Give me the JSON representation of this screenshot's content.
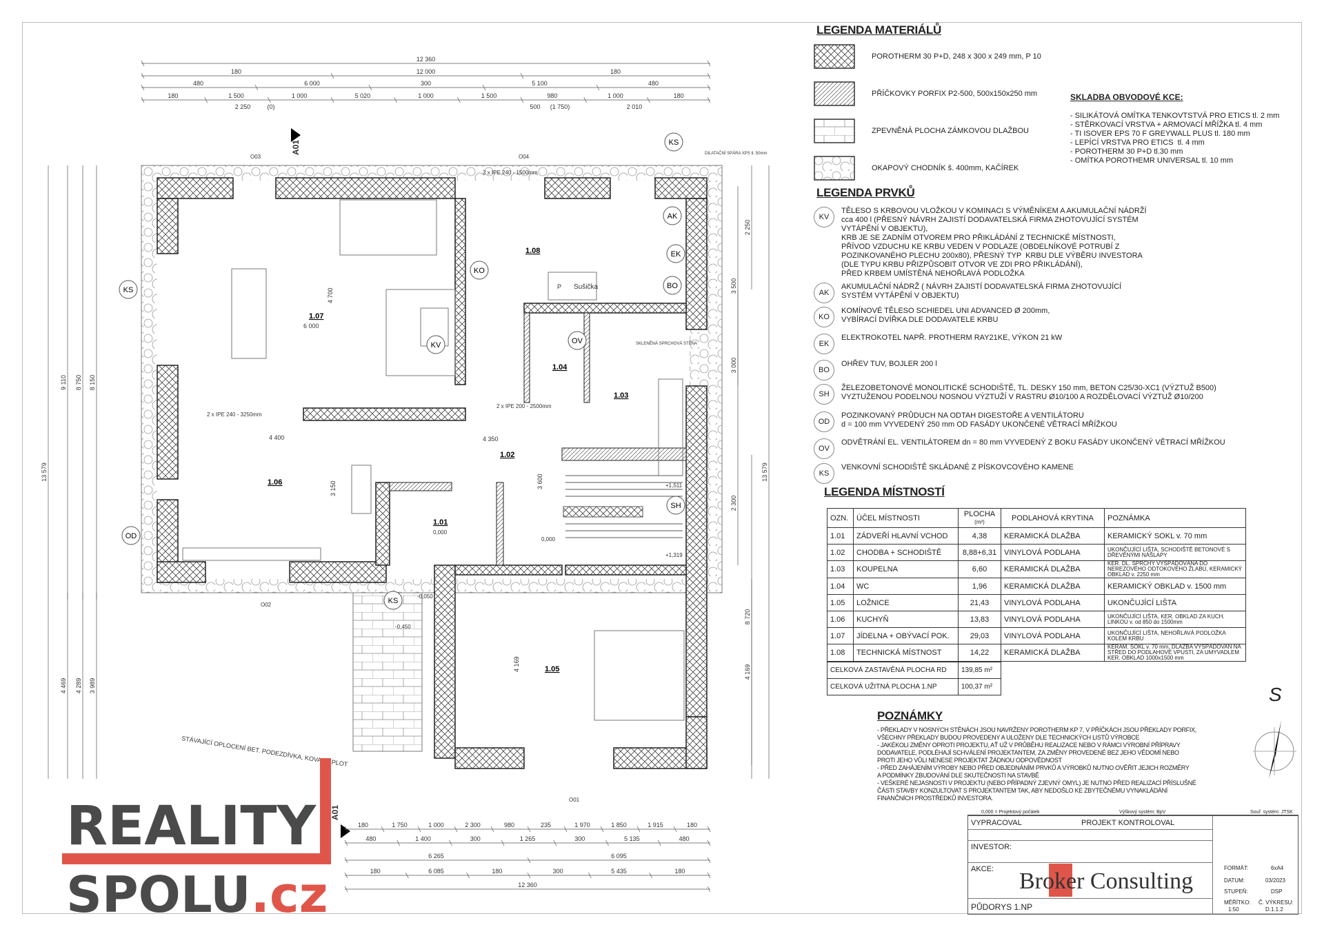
{
  "materials_legend": {
    "title": "LEGENDA MATERIÁLŮ",
    "items": [
      {
        "pattern": "crosshatch",
        "label": "POROTHERM 30 P+D, 248 x 300 x 249 mm, P 10"
      },
      {
        "pattern": "diagonal",
        "label": "PŘÍČKOVKY PORFIX P2-500, 500x150x250 mm"
      },
      {
        "pattern": "paving",
        "label": "ZPEVNĚNÁ PLOCHA ZÁMKOVOU DLAŽBOU"
      },
      {
        "pattern": "gravel",
        "label": "OKAPOVÝ CHODNÍK š. 400mm, KAČÍREK"
      }
    ]
  },
  "wall_composition": {
    "title": "SKLADBA OBVODOVÉ KCE:",
    "lines": "- SILIKÁTOVÁ OMÍTKA TENKOVTSTVÁ PRO ETICS tl. 2 mm\n- STĚRKOVACÍ VRSTVA + ARMOVACÍ MŘÍŽKA tl. 4 mm\n- TI ISOVER EPS 70 F GREYWALL PLUS tl. 180 mm\n- LEPÍCÍ VRSTVA PRO ETICS  tl. 4 mm\n- POROTHERM 30 P+D tl.30 mm\n- OMÍTKA POROTHEMR UNIVERSAL tl. 10 mm"
  },
  "elements_legend": {
    "title": "LEGENDA PRVKŮ",
    "items": [
      {
        "code": "KV",
        "text": "TĚLESO S KRBOVOU VLOŽKOU V KOMINACI S VÝMĚNÍKEM A AKUMULAČNÍ NÁDRŽÍ\ncca 400 l (PŘESNÝ NÁVRH ZAJISTÍ DODAVATELSKÁ FIRMA ZHOTOVUJÍCÍ SYSTÉM\nVYTÁPĚNÍ V OBJEKTU),\nKRB JE SE ZADNÍM OTVOREM PRO PŘIKLÁDÁNÍ Z TECHNICKÉ MÍSTNOSTI,\nPŘÍVOD VZDUCHU KE KRBU VEDEN V PODLAZE (OBDELNÍKOVÉ POTRUBÍ Z\nPOZINKOVANÉHO PLECHU 200x80), PŘESNÝ TYP  KRBU DLE VÝBĚRU INVESTORA\n(DLE TYPU KRBU PŘIZPŮSOBIT OTVOR VE ZDI PRO PŘIKLÁDÁNÍ),\nPŘED KRBEM UMÍSTĚNÁ NEHOŘLAVÁ PODLOŽKA"
      },
      {
        "code": "AK",
        "text": "AKUMULAČNÍ NÁDRŽ ( NÁVRH ZAJISTÍ DODAVATELSKÁ FIRMA ZHOTOVUJÍCÍ\nSYSTÉM VYTÁPĚNÍ V OBJEKTU)"
      },
      {
        "code": "KO",
        "text": "KOMÍNOVÉ TĚLESO SCHIEDEL UNI ADVANCED Ø 200mm,\nVYBÍRACÍ DVÍŘKA DLE DODAVATELE KRBU"
      },
      {
        "code": "EK",
        "text": "ELEKTROKOTEL NAPŘ. PROTHERM RAY21KE, VÝKON 21 kW"
      },
      {
        "code": "BO",
        "text": "OHŘEV TUV, BOJLER 200 l"
      },
      {
        "code": "SH",
        "text": "ŽELEZOBETONOVÉ MONOLITICKÉ SCHODIŠTĚ, TL. DESKY 150 mm, BETON C25/30-XC1 (VÝZTUŽ B500)\nVYZTUŽENOU PODELNOU NOSNOU VÝZTUŽÍ V RASTRU Ø10/100 A ROZDĚLOVACÍ VÝZTUŽ Ø10/200"
      },
      {
        "code": "OD",
        "text": "POZINKOVANÝ PRŮDUCH NA ODTAH DIGESTOŘE A VENTILÁTORU\nd = 100 mm VYVEDENÝ 250 mm OD FASÁDY UKONČENÉ VĚTRACÍ MŘÍŽKOU"
      },
      {
        "code": "OV",
        "text": "ODVĚTRÁNÍ EL. VENTILÁTOREM dn = 80 mm VYVEDENÝ Z BOKU FASÁDY UKONČENÝ VĚTRACÍ MŘÍŽKOU"
      },
      {
        "code": "KS",
        "text": "VENKOVNÍ SCHODIŠTĚ SKLÁDANÉ Z PÍSKOVCOVÉHO KAMENE"
      }
    ]
  },
  "rooms_legend": {
    "title": "LEGENDA MÍSTNOSTÍ",
    "headers": [
      "OZN.",
      "ÚČEL MÍSTNOSTI",
      "PLOCHA",
      "(m²)",
      "PODLAHOVÁ KRYTINA",
      "POZNÁMKA"
    ],
    "rows": [
      {
        "id": "1.01",
        "name": "ZÁDVEŘÍ HLAVNÍ VCHOD",
        "area": "4,38",
        "floor": "KERAMICKÁ DLAŽBA",
        "note": "KERAMICKÝ SOKL v. 70 mm",
        "small": false
      },
      {
        "id": "1.02",
        "name": "CHODBA + SCHODIŠTĚ",
        "area": "8,88+6,31",
        "floor": "VINYLOVÁ PODLAHA",
        "note": "UKONČUJÍCÍ LIŠTA, SCHODIŠTĚ BETONOVÉ S DŘEVĚNÝMI NÁŠLAPY",
        "small": true
      },
      {
        "id": "1.03",
        "name": "KOUPELNA",
        "area": "6,60",
        "floor": "KERAMICKÁ DLAŽBA",
        "note": "KER. DL. SPRCHY VYSPÁDOVÁNA DO NEREZOVÉHO ODTOKOVÉHO ŽLABU, KERAMICKÝ OBKLAD v. 2250 mm",
        "small": true
      },
      {
        "id": "1.04",
        "name": "WC",
        "area": "1,96",
        "floor": "KERAMICKÁ DLAŽBA",
        "note": "KERAMICKÝ OBKLAD v. 1500 mm",
        "small": false
      },
      {
        "id": "1.05",
        "name": "LOŽNICE",
        "area": "21,43",
        "floor": "VINYLOVÁ PODLAHA",
        "note": "UKONČUJÍCÍ LIŠTA",
        "small": false
      },
      {
        "id": "1.06",
        "name": "KUCHYŇ",
        "area": "13,83",
        "floor": "VINYLOVÁ PODLAHA",
        "note": "UKONČUJÍCÍ LIŠTA, KER. OBKLAD ZA KUCH. LINKOU v. od 850 do 1500mm",
        "small": true
      },
      {
        "id": "1.07",
        "name": "JÍDELNA + OBÝVACÍ POK.",
        "area": "29,03",
        "floor": "VINYLOVÁ PODLAHA",
        "note": "UKONČUJÍCÍ LIŠTA, NEHOŘLAVÁ PODLOŽKA KOLEM KRBU",
        "small": true
      },
      {
        "id": "1.08",
        "name": "TECHNICKÁ MÍSTNOST",
        "area": "14,22",
        "floor": "KERAMICKÁ DLAŽBA",
        "note": "KERAM. SOKL v. 70 mm, DLAŽBA VYSPÁDOVAN NA STŘED DO PODLAHOVÉ VPUSTI, ZA UMYVADLEM KER. OBKLAD 1000x1500 mm",
        "small": true
      }
    ],
    "totals": [
      {
        "label": "CELKOVÁ ZASTAVĚNÁ PLOCHA RD",
        "value": "139,85 m²"
      },
      {
        "label": "CELKOVÁ UŽITNÁ PLOCHA 1.NP",
        "value": "100,37 m²"
      }
    ]
  },
  "notes": {
    "title": "POZNÁMKY",
    "text": "- PŘEKLADY V NOSNÝCH STĚNÁCH JSOU NAVRŽENY POROTHERM KP 7, V PŘÍČKÁCH JSOU PŘEKLADY PORFIX,\nVŠECHNY PŘEKLADY BUDOU PROVEDENY A ULOŽENY DLE TECHNICKÝCH LISTŮ VÝROBCE\n- JAKÉKOLI ZMĚNY OPROTI PROJEKTU, AŤ UŽ V PRŮBĚHU REALIZACE NEBO V RÁMCI VÝROBNÍ PŘÍPRAVY\nDODAVATELE, PODLÉHAJÍ SCHVÁLENÍ PROJEKTANTEM, ZA ZMĚNY PROVEDENÉ BEZ JEHO VĚDOMÍ NEBO\nPROTI JEHO VŮLI NENESE PROJEKTAT ŽÁDNOU ODPOVĚDNOST\n- PŘED ZAHÁJENÍM VÝROBY NEBO PŘED OBJEDNÁNÍM PRVKŮ A VÝROBKŮ NUTNO OVĚŘIT JEJICH ROZMĚRY\nA PODMÍNKY ZBUDOVÁNÍ DLE SKUTEČNOSTI NA STAVBĚ\n- VEŠKERÉ NEJASNOSTI V PROJEKTU (NEBO PŘÍPADNÝ ZJEVNÝ OMYL) JE NUTNO PŘED REALIZACÍ PŘÍSLUŠNÉ\nČÁSTI STAVBY KONZULTOVAT S PROJEKTANTEM TAK, ABY NEDOŠLO KE ZBYTEČNÉMU VYNAKLÁDÁNÍ\nFINANČNÍCH PROSTŘEDKŮ INVESTORA."
  },
  "north": "S",
  "title_block": {
    "origin": "0,000 = Projektový počátek",
    "height_system": "Výškový systém: BpV",
    "coord_system": "Souř. systém: JTSK",
    "drawn_by": "VYPRACOVAL",
    "checked_by": "PROJEKT KONTROLOVAL",
    "investor": "INVESTOR:",
    "action": "AKCE:",
    "drawing": "PŮDORYS 1.NP",
    "format_label": "FORMÁT:",
    "format": "6xA4",
    "date_label": "DATUM:",
    "date": "03/2023",
    "stage_label": "STUPEŇ:",
    "stage": "DSP",
    "scale_label": "MĚŘÍTKO:",
    "scale": "1:50",
    "number_label": "Č. VÝKRESU:",
    "number": "D.1.1.2"
  },
  "watermarks": {
    "broker": "Broker Consulting",
    "reality1": "REALITY",
    "reality2": "SPOLU",
    ".cz": ".cz"
  },
  "plan": {
    "rooms": [
      "1.07",
      "1.06",
      "1.08",
      "1.04",
      "1.03",
      "1.02",
      "1.01",
      "1.05"
    ],
    "room_extras": {
      "living_w": "6 000",
      "living_h": "4 700",
      "kitchen_w": "4 400",
      "kitchen_h": "3 150",
      "bed_h": "4 169",
      "hall_w": "4 350",
      "hall_h": "3 600"
    },
    "symbols": [
      "KV",
      "KO",
      "AK",
      "EK",
      "BO",
      "SH",
      "OV",
      "KS",
      "KS",
      "KS",
      "OD"
    ],
    "labels": {
      "p": "P",
      "dryer": "Sušička",
      "glass": "SKLENĚNÁ SPRCHOVÁ STĚNA",
      "lintel1": "2 x IPE 240 - 1500mm",
      "lintel2": "2 x IPE 240 - 3250mm",
      "lintel3": "2 x IPE 200 - 2500mm",
      "fence": "STÁVAJÍCÍ OPLOCENÍ BET. PODEZDÍVKA, KOVANÝ PLOT",
      "section": "A01",
      "joint": "DILATAČNÍ SPÁRA XPS tl. 50mm",
      "elev0": "0,000",
      "elev1": "+1,511",
      "elev2": "+1,319",
      "elev3": "-0,050",
      "elev4": "-0,450",
      "w1": "O01",
      "w2": "O02",
      "w3": "O03",
      "w4": "O04"
    },
    "dims_top": [
      [
        "12 360"
      ],
      [
        "180",
        "12 000",
        "180"
      ],
      [
        "480",
        "6 000",
        "300",
        "5 100",
        "480"
      ],
      [
        "180",
        "1 500",
        "1 000",
        "5 020",
        "1 000",
        "1 500",
        "980",
        "1 000",
        "180"
      ]
    ],
    "dims_top_sub": [
      "2 250",
      "(0)",
      "500",
      "(1 750)",
      "2 010"
    ],
    "dims_bottom": [
      [
        "180",
        "1 750",
        "1 000",
        "2 300",
        "980",
        "235",
        "1 970",
        "1 850",
        "1 915",
        "180"
      ],
      [
        "480",
        "1 400",
        "300",
        "1 265",
        "300",
        "5 135",
        "480"
      ],
      [
        "6 265",
        "6 095"
      ],
      [
        "180",
        "6 085",
        "180",
        "300",
        "5 435",
        "180"
      ],
      [
        "12 360"
      ]
    ],
    "dims_left": [
      "13 579",
      "9 110",
      "8 750",
      "8 150",
      "4 469",
      "4 289",
      "3 989"
    ],
    "dims_right": [
      "13 579",
      "8 720",
      "3 500",
      "3 000",
      "2 300",
      "4 169",
      "2 250"
    ]
  }
}
